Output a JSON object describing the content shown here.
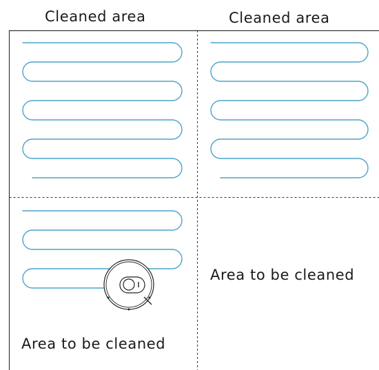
{
  "headers": {
    "left": "Cleaned area",
    "right": "Cleaned area"
  },
  "zones": {
    "bottom_right_label": "Area to be cleaned",
    "bottom_left_label": "Area to be cleaned"
  },
  "colors": {
    "path": "#4aa3c8",
    "grid_line": "#333333",
    "robot": "#222222"
  }
}
